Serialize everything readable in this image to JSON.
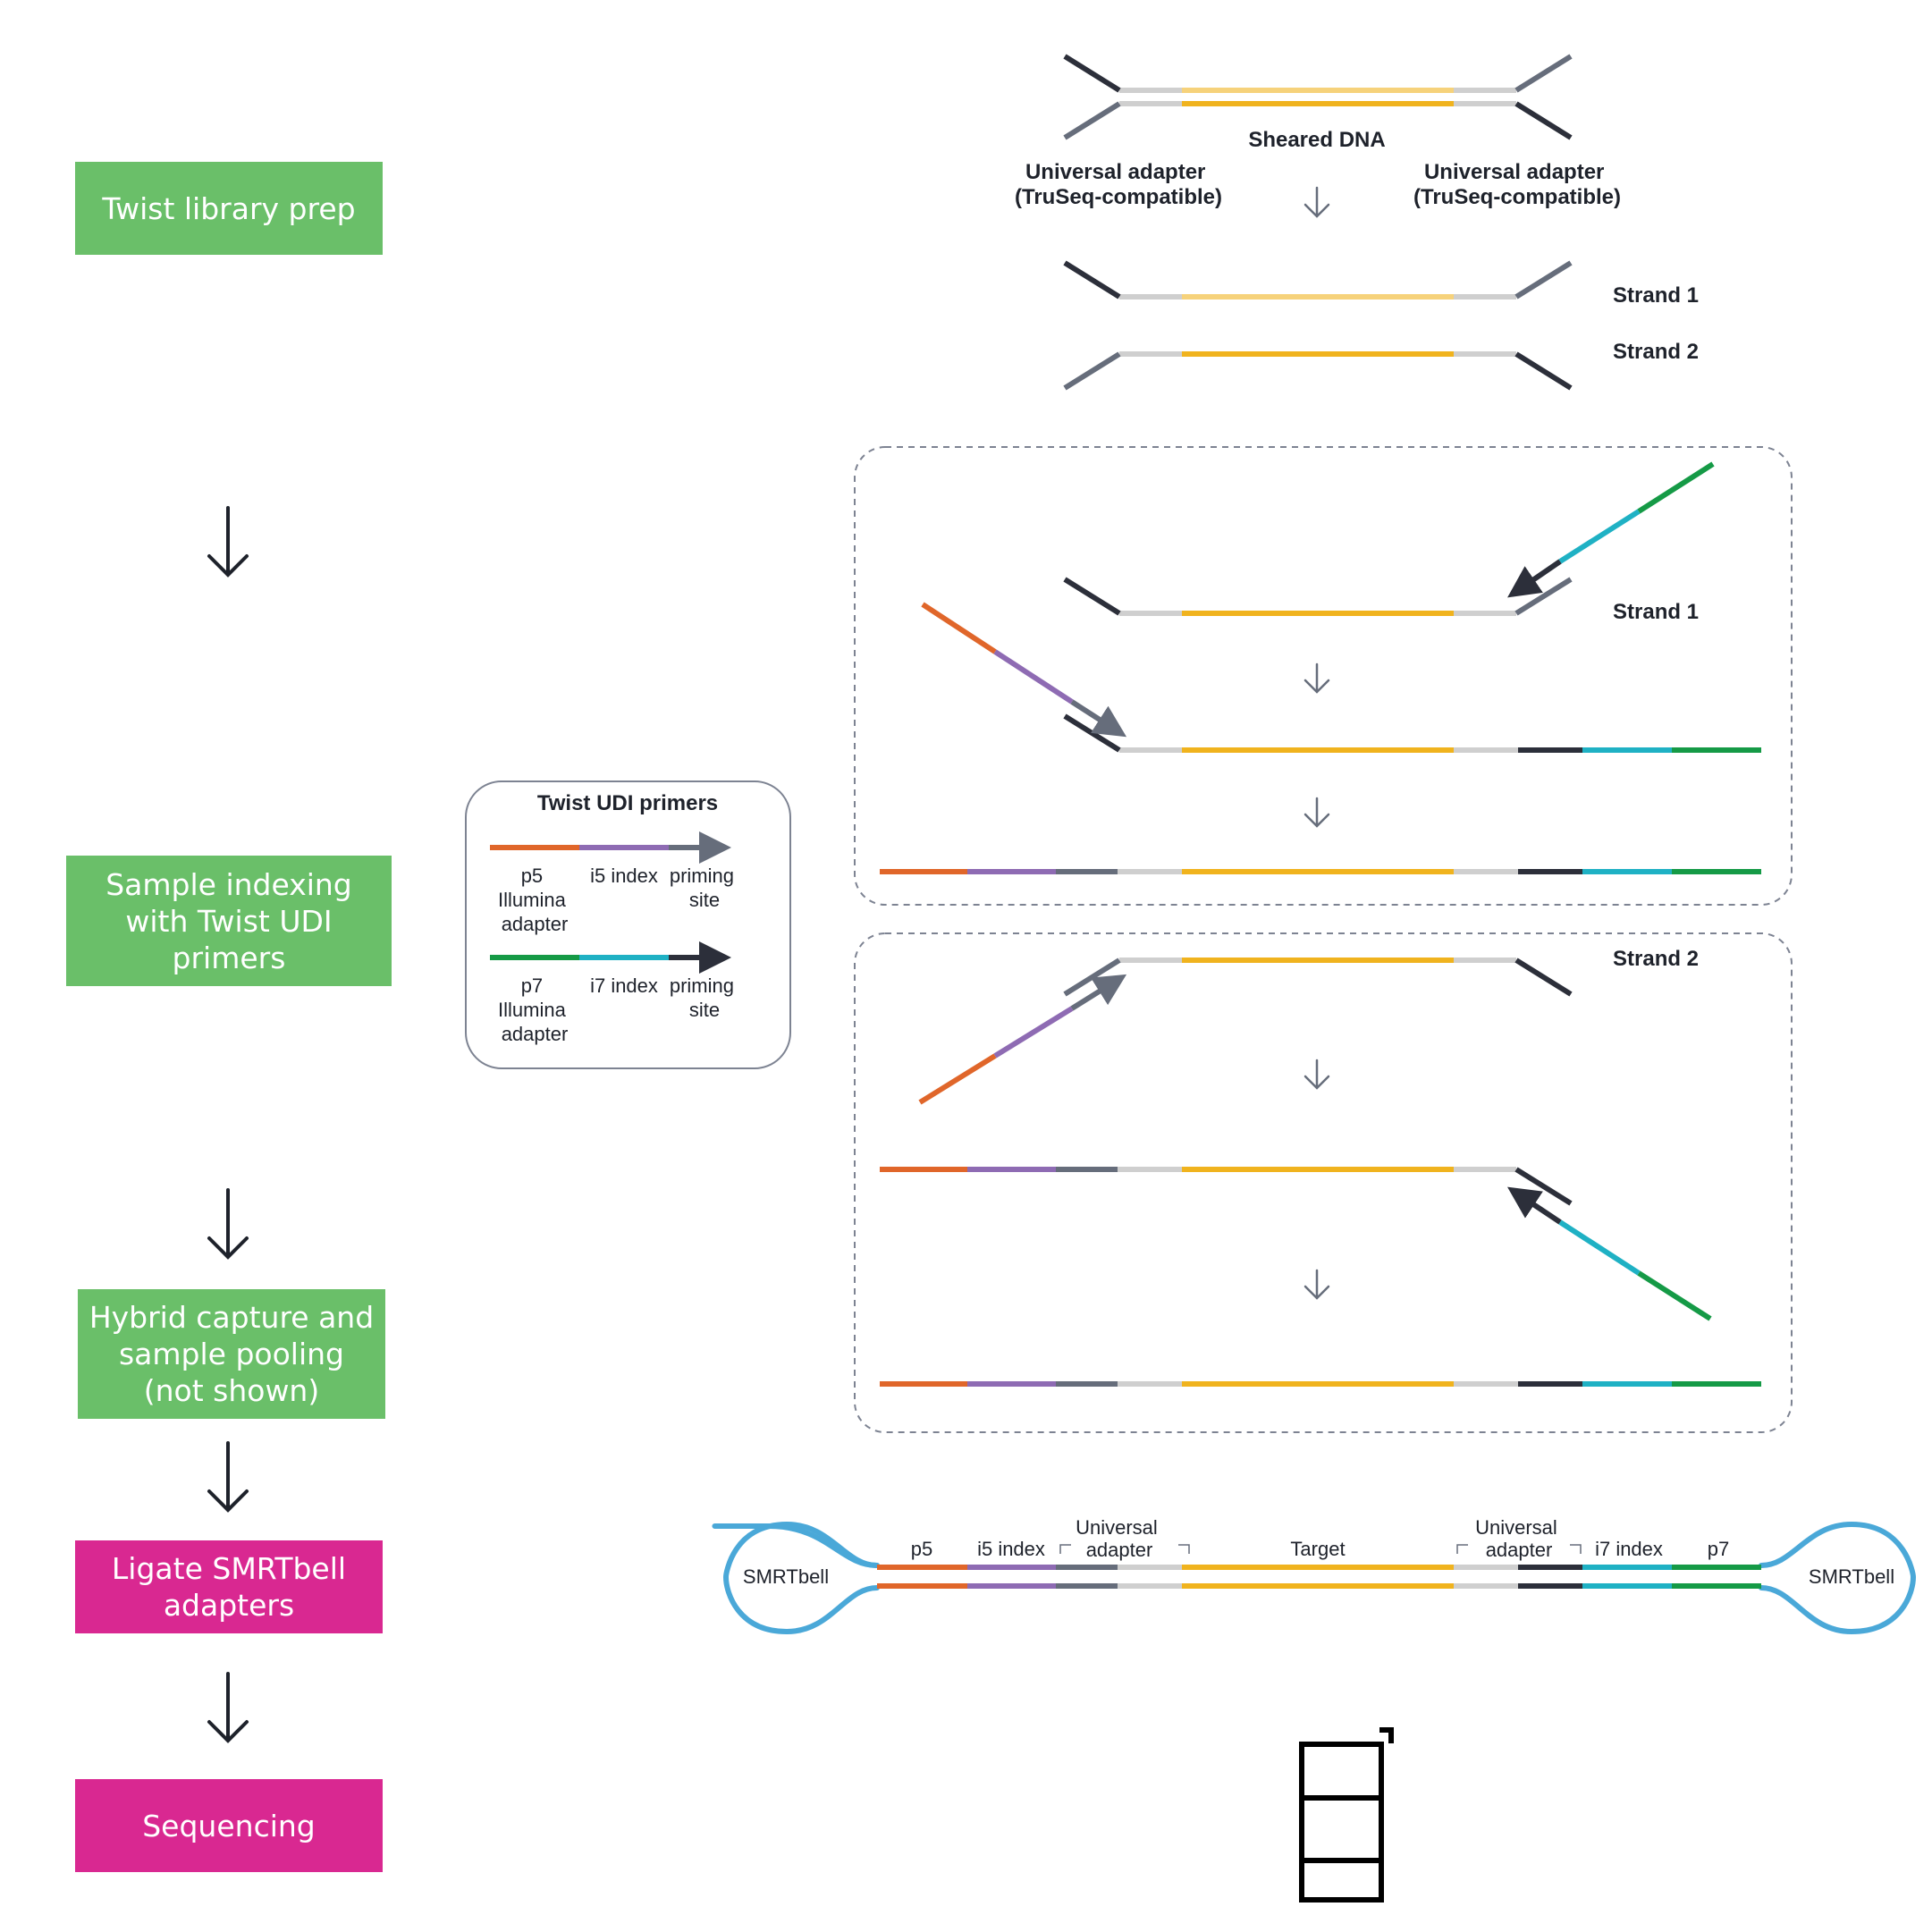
{
  "steps": [
    {
      "text": "Twist library prep"
    },
    {
      "text": "Sample indexing\nwith Twist UDI\nprimers"
    },
    {
      "text": "Hybrid capture and\nsample pooling\n(not shown)"
    },
    {
      "text": "Ligate SMRTbell\nadapters"
    },
    {
      "text": "Sequencing"
    }
  ],
  "colors": {
    "step_green": "#6abf69",
    "step_pink": "#d92891",
    "target": "#f0b31e",
    "target_light": "#f6d27b",
    "universal": "#cfcfcf",
    "adapter_dark": "#2c2f3a",
    "adapter_gray": "#666d7b",
    "p5": "#e0662a",
    "i5": "#8e6bb3",
    "p7": "#159a46",
    "i7": "#1fb1c4",
    "smrtbell": "#4aa8d8"
  },
  "shearing": {
    "sheared_dna": "Sheared DNA",
    "adapter_left": "Universal adapter\n(TruSeq-compatible)",
    "adapter_right": "Universal adapter\n(TruSeq-compatible)",
    "strand1": "Strand 1",
    "strand2": "Strand 2"
  },
  "panel1": {
    "strand_label": "Strand 1"
  },
  "panel2": {
    "strand_label": "Strand 2"
  },
  "legend": {
    "title": "Twist UDI primers",
    "row1": [
      "p5\nIllumina\nadapter",
      "i5 index",
      "priming\nsite"
    ],
    "row2": [
      "p7\nIllumina\nadapter",
      "i7 index",
      "priming\nsite"
    ]
  },
  "smrtbell": {
    "left": "SMRTbell",
    "right": "SMRTbell",
    "segments": [
      "p5",
      "i5 index",
      "Universal\nadapter",
      "Target",
      "Universal\nadapter",
      "i7 index",
      "p7"
    ]
  }
}
